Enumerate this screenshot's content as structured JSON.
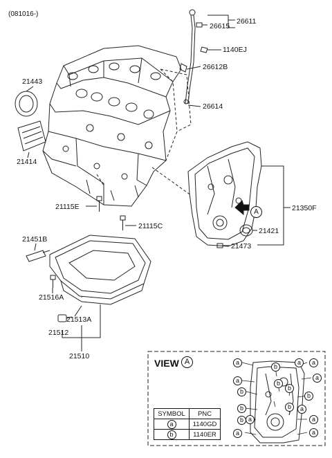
{
  "date_code": "(081016-)",
  "labels": {
    "p26611": "26611",
    "p26615": "26615",
    "p1140EJ": "1140EJ",
    "p26612B": "26612B",
    "p26614": "26614",
    "p21443": "21443",
    "p21414": "21414",
    "p21115E": "21115E",
    "p21115C": "21115C",
    "p21350F": "21350F",
    "p21421": "21421",
    "p21473": "21473",
    "p21451B": "21451B",
    "p21516A": "21516A",
    "p21513A": "21513A",
    "p21512": "21512",
    "p21510": "21510"
  },
  "arrow_marker": "A",
  "view": {
    "title": "VIEW",
    "marker": "A",
    "legend": {
      "header_symbol": "SYMBOL",
      "header_pnc": "PNC",
      "rows": [
        {
          "symbol": "a",
          "pnc": "1140GD"
        },
        {
          "symbol": "b",
          "pnc": "1140ER"
        }
      ]
    },
    "callouts_a": [
      "a",
      "a",
      "a",
      "a",
      "a",
      "a",
      "a",
      "a",
      "a",
      "a"
    ],
    "callouts_b": [
      "b",
      "b",
      "b",
      "b",
      "b",
      "b",
      "b",
      "b"
    ]
  }
}
